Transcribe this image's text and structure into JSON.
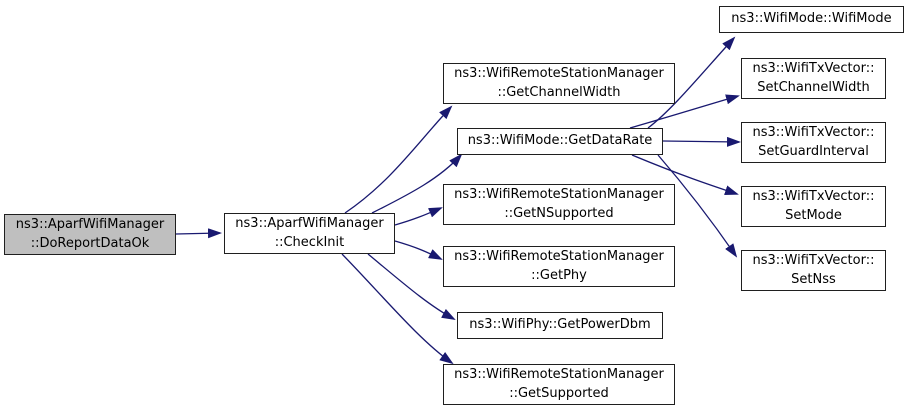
{
  "diagram": {
    "type": "doxygen-call-graph",
    "colors": {
      "edge": "#191970",
      "node_border": "#1f1f1f",
      "node_fill": "#ffffff",
      "highlight_fill": "#bfbfbf",
      "background": "#ffffff"
    },
    "nodes": [
      {
        "id": "doreportdataok",
        "label": [
          "ns3::AparfWifiManager",
          "::DoReportDataOk"
        ],
        "highlighted": true
      },
      {
        "id": "checkinit",
        "label": [
          "ns3::AparfWifiManager",
          "::CheckInit"
        ]
      },
      {
        "id": "getchannelwidth",
        "label": [
          "ns3::WifiRemoteStationManager",
          "::GetChannelWidth"
        ]
      },
      {
        "id": "getdatarate",
        "label": [
          "ns3::WifiMode::GetDataRate"
        ]
      },
      {
        "id": "getnsupported",
        "label": [
          "ns3::WifiRemoteStationManager",
          "::GetNSupported"
        ]
      },
      {
        "id": "getphy",
        "label": [
          "ns3::WifiRemoteStationManager",
          "::GetPhy"
        ]
      },
      {
        "id": "getpowerdbm",
        "label": [
          "ns3::WifiPhy::GetPowerDbm"
        ]
      },
      {
        "id": "getsupported",
        "label": [
          "ns3::WifiRemoteStationManager",
          "::GetSupported"
        ]
      },
      {
        "id": "wifimode",
        "label": [
          "ns3::WifiMode::WifiMode"
        ]
      },
      {
        "id": "setchannelwidth",
        "label": [
          "ns3::WifiTxVector::",
          "SetChannelWidth"
        ]
      },
      {
        "id": "setguardinterval",
        "label": [
          "ns3::WifiTxVector::",
          "SetGuardInterval"
        ]
      },
      {
        "id": "setmode",
        "label": [
          "ns3::WifiTxVector::",
          "SetMode"
        ]
      },
      {
        "id": "setnss",
        "label": [
          "ns3::WifiTxVector::",
          "SetNss"
        ]
      }
    ],
    "edges": [
      {
        "from": "doreportdataok",
        "to": "checkinit"
      },
      {
        "from": "checkinit",
        "to": "getchannelwidth"
      },
      {
        "from": "checkinit",
        "to": "getdatarate"
      },
      {
        "from": "checkinit",
        "to": "getnsupported"
      },
      {
        "from": "checkinit",
        "to": "getphy"
      },
      {
        "from": "checkinit",
        "to": "getpowerdbm"
      },
      {
        "from": "checkinit",
        "to": "getsupported"
      },
      {
        "from": "getdatarate",
        "to": "wifimode"
      },
      {
        "from": "getdatarate",
        "to": "setchannelwidth"
      },
      {
        "from": "getdatarate",
        "to": "setguardinterval"
      },
      {
        "from": "getdatarate",
        "to": "setmode"
      },
      {
        "from": "getdatarate",
        "to": "setnss"
      }
    ]
  }
}
